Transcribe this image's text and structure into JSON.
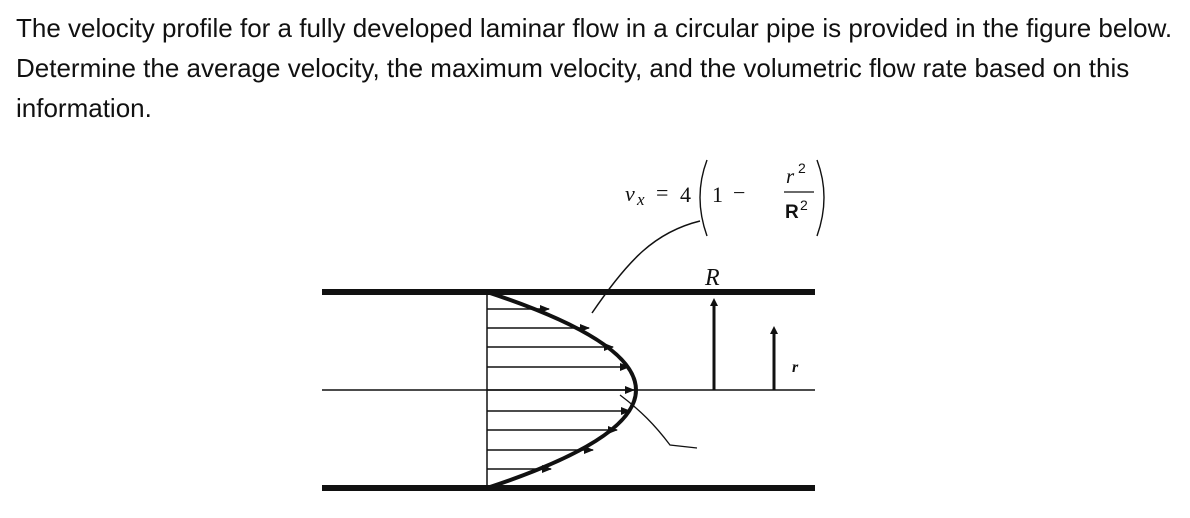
{
  "question": {
    "text": "The velocity profile for a fully developed laminar flow in a circular pipe is provided in the figure below. Determine the average velocity, the maximum velocity, and the volumetric flow rate based on this information."
  },
  "figure": {
    "equation": {
      "lhs_var": "v",
      "lhs_sub": "x",
      "equals": "=",
      "coefficient": "4",
      "one": "1",
      "minus": "−",
      "numerator_base": "r",
      "numerator_exp": "2",
      "denominator_base": "R",
      "denominator_exp": "2"
    },
    "radius_label": "R",
    "r_label": "r"
  }
}
